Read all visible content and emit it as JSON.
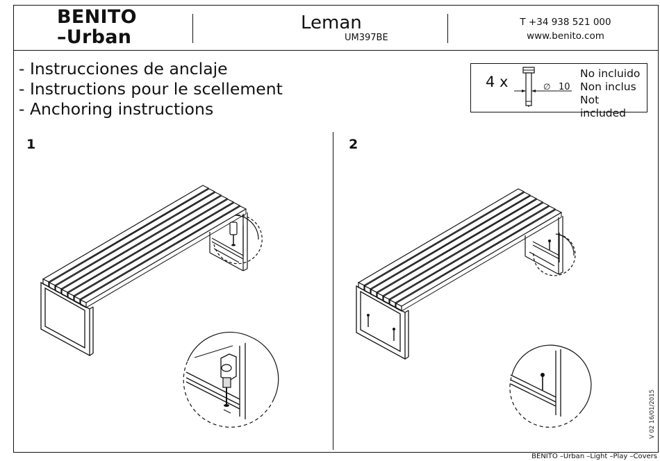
{
  "header": {
    "brand_line1": "BENITO",
    "brand_line2": "–Urban",
    "product_name": "Leman",
    "product_code": "UM397BE",
    "phone": "T +34 938 521 000",
    "website": "www.benito.com"
  },
  "titles": [
    "- Instrucciones de anclaje",
    "- Instructions pour le scellement",
    "- Anchoring instructions"
  ],
  "hardware": {
    "quantity": "4 x",
    "diameter_symbol": "∅",
    "diameter_value": "10",
    "note_es": "No incluido",
    "note_fr": "Non inclus",
    "note_en": "Not included",
    "icon": "anchor-bolt-icon"
  },
  "steps": [
    {
      "number": "1",
      "illustration": "bench-drilling-illustration"
    },
    {
      "number": "2",
      "illustration": "bench-anchored-illustration"
    }
  ],
  "version": "V 02 16/01/2015",
  "footer": "BENITO –Urban –Light –Play –Covers",
  "colors": {
    "ink": "#111111",
    "background": "#ffffff",
    "shade": "#bbbbbb"
  }
}
